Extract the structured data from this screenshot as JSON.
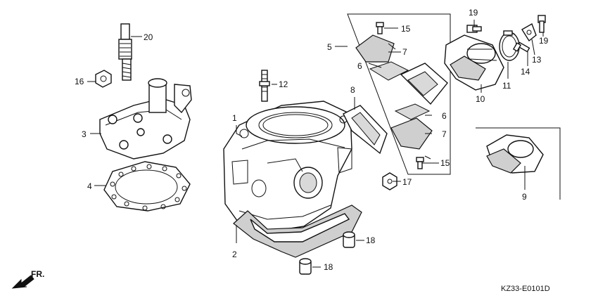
{
  "callouts": {
    "c1": "1",
    "c2": "2",
    "c3": "3",
    "c4": "4",
    "c5": "5",
    "c6a": "6",
    "c6b": "6",
    "c7a": "7",
    "c7b": "7",
    "c8": "8",
    "c9": "9",
    "c10": "10",
    "c11": "11",
    "c12": "12",
    "c13": "13",
    "c14": "14",
    "c15a": "15",
    "c15b": "15",
    "c16": "16",
    "c17": "17",
    "c18a": "18",
    "c18b": "18",
    "c19a": "19",
    "c19b": "19",
    "c20": "20"
  },
  "front_label": "FR.",
  "diagram_code": "KZ33-E0101D"
}
